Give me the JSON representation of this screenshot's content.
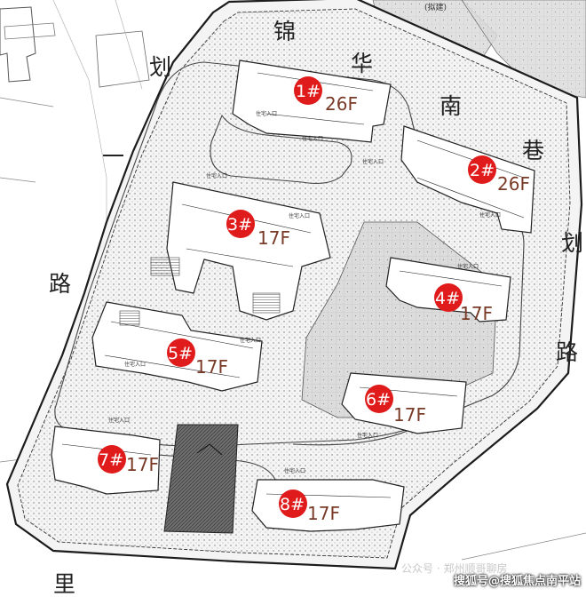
{
  "roads": {
    "north_chars": [
      "锦",
      "华",
      "南",
      "巷"
    ],
    "west_chars": [
      "划",
      "一",
      "路"
    ],
    "east_chars": [
      "划",
      "路"
    ],
    "south_chars": [
      "里"
    ]
  },
  "top_note": "(拟建)",
  "buildings": [
    {
      "num": "1#",
      "floors": "26F"
    },
    {
      "num": "2#",
      "floors": "26F"
    },
    {
      "num": "3#",
      "floors": "17F"
    },
    {
      "num": "4#",
      "floors": "17F"
    },
    {
      "num": "5#",
      "floors": "17F"
    },
    {
      "num": "6#",
      "floors": "17F"
    },
    {
      "num": "7#",
      "floors": "17F"
    },
    {
      "num": "8#",
      "floors": "17F"
    }
  ],
  "entrance_label": "住宅入口",
  "watermark_ghost": "公众号 · 郑州顺哥聊房",
  "watermark": "搜狐号@搜狐焦点南平站",
  "colors": {
    "marker": "#e01b1b",
    "floor_text": "#7a3a28"
  }
}
